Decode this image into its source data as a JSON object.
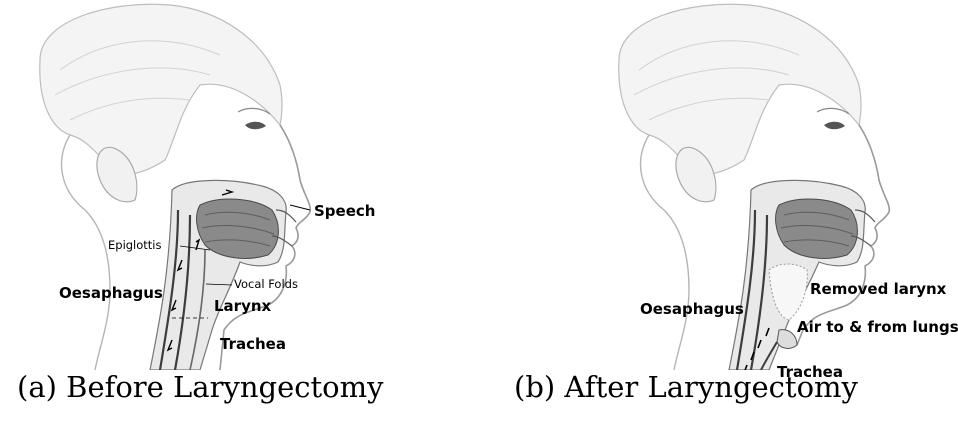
{
  "panel_a": {
    "caption": "(a) Before Laryngectomy",
    "labels": {
      "speech": "Speech",
      "epiglottis": "Epiglottis",
      "vocal_folds": "Vocal Folds",
      "oesaphagus": "Oesaphagus",
      "larynx": "Larynx",
      "trachea": "Trachea"
    }
  },
  "panel_b": {
    "caption": "(b) After Laryngectomy",
    "labels": {
      "removed_larynx": "Removed larynx",
      "oesaphagus": "Oesaphagus",
      "air": "Air to & from lungs",
      "trachea": "Trachea"
    }
  },
  "colors": {
    "skin_line": "#9a9a9a",
    "muscle": "#6b6b6b",
    "ink": "#000000"
  }
}
